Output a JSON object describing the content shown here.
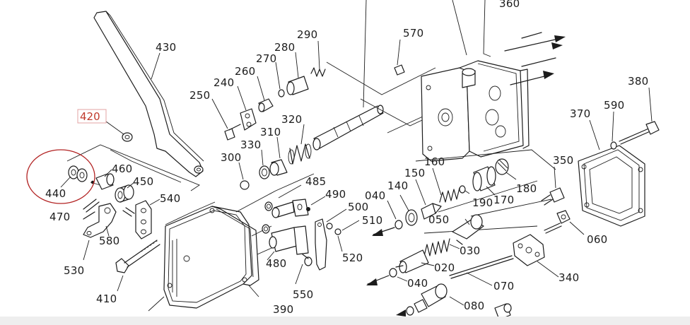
{
  "parts": {
    "p020": "020",
    "p030": "030",
    "p040a": "040",
    "p040b": "040",
    "p050": "050",
    "p060": "060",
    "p070": "070",
    "p080": "080",
    "p140": "140",
    "p150": "150",
    "p160": "160",
    "p170": "170",
    "p180": "180",
    "p190": "190",
    "p240": "240",
    "p250": "250",
    "p260": "260",
    "p270": "270",
    "p280": "280",
    "p290": "290",
    "p300": "300",
    "p310": "310",
    "p320": "320",
    "p330": "330",
    "p340": "340",
    "p350": "350",
    "p360": "360",
    "p370": "370",
    "p380": "380",
    "p390": "390",
    "p410": "410",
    "p420": "420",
    "p430": "430",
    "p440": "440",
    "p450": "450",
    "p460": "460",
    "p470": "470",
    "p480": "480",
    "p485": "485",
    "p490": "490",
    "p500": "500",
    "p510": "510",
    "p520": "520",
    "p530": "530",
    "p540": "540",
    "p550": "550",
    "p570": "570",
    "p580": "580",
    "p590": "590"
  },
  "highlight": {
    "boxed_label": "420",
    "circled_label": "440",
    "box_color": "#e3a3a3",
    "circle_color": "#b22222"
  }
}
